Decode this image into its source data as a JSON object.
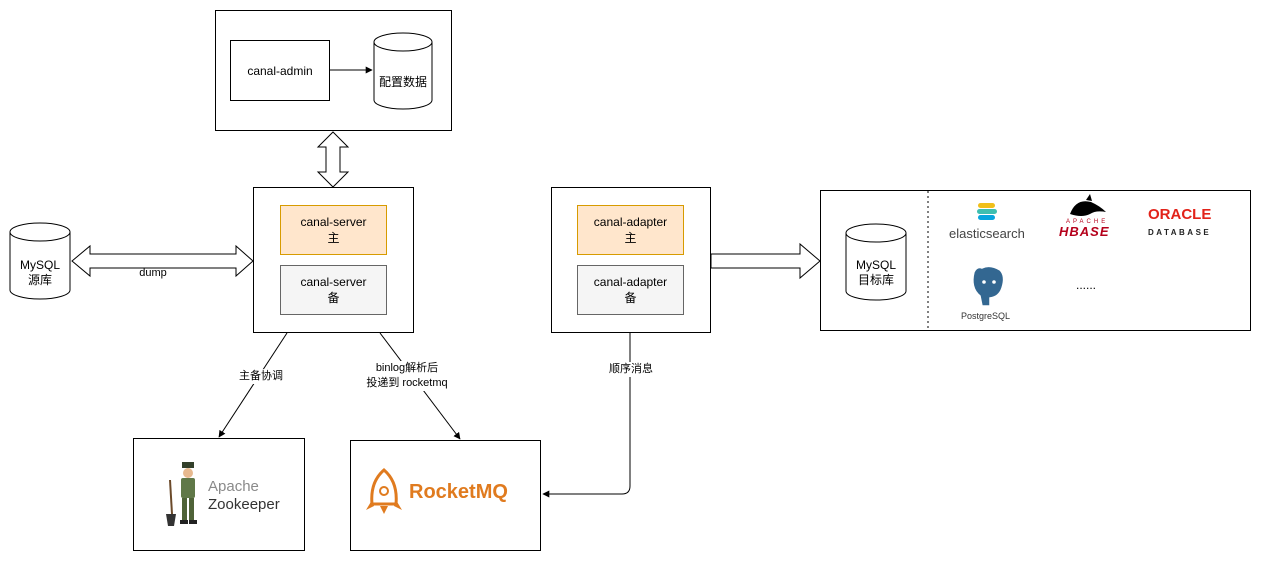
{
  "admin": {
    "node": "canal-admin",
    "store": "配置数据"
  },
  "server": {
    "primary_name": "canal-server",
    "primary_role": "主",
    "standby_name": "canal-server",
    "standby_role": "备"
  },
  "adapter": {
    "primary_name": "canal-adapter",
    "primary_role": "主",
    "standby_name": "canal-adapter",
    "standby_role": "备"
  },
  "source_db": {
    "line1": "MySQL",
    "line2": "源库"
  },
  "target_db": {
    "line1": "MySQL",
    "line2": "目标库"
  },
  "edges": {
    "dump": "dump",
    "coordination": "主备协调",
    "delivery_line1": "binlog解析后",
    "delivery_line2": "投递到 rocketmq",
    "ordered": "顺序消息"
  },
  "zookeeper": {
    "line1": "Apache",
    "line2": "Zookeeper"
  },
  "rocketmq": {
    "name": "RocketMQ"
  },
  "targets": {
    "elasticsearch": "elasticsearch",
    "hbase_top": "APACHE",
    "hbase": "HBASE",
    "oracle": "ORACLE",
    "oracle_sub": "DATABASE",
    "postgres": "PostgreSQL",
    "more": "......"
  },
  "colors": {
    "primary_fill": "#ffe6cc",
    "primary_stroke": "#d79b00",
    "standby_fill": "#f5f5f5",
    "standby_stroke": "#666666",
    "rocketmq": "#e07b1f",
    "hbase": "#b5001b",
    "oracle": "#e2231a",
    "postgres": "#336791"
  }
}
